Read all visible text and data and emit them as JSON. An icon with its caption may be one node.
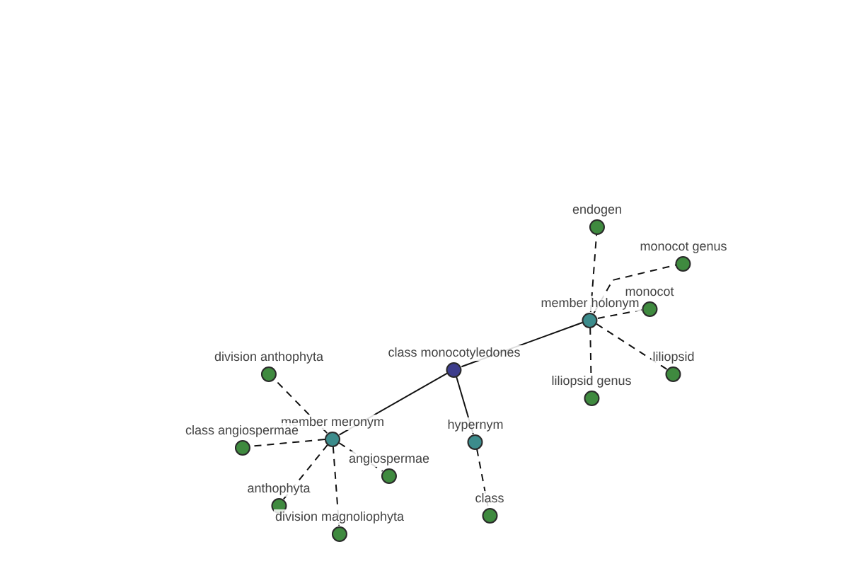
{
  "diagram": {
    "nodes": [
      {
        "text": [
          "class monocotyledones"
        ]
      },
      {
        "text": [
          "member holonym"
        ]
      },
      {
        "text": [
          "member meronym"
        ]
      },
      {
        "text": [
          "hypernym"
        ]
      },
      {
        "text": [
          "endogen"
        ]
      },
      {
        "text": [
          "monocot genus"
        ]
      },
      {
        "text": [
          "monocot"
        ]
      },
      {
        "text": [
          "liliopsid"
        ]
      },
      {
        "text": [
          "liliopsid genus"
        ]
      },
      {
        "text": [
          "division anthophyta"
        ]
      },
      {
        "text": [
          "class angiospermae"
        ]
      },
      {
        "text": [
          "angiospermae"
        ]
      },
      {
        "text": [
          "anthophyta"
        ]
      },
      {
        "text": [
          "division magnoliophyta"
        ]
      },
      {
        "text": [
          "class"
        ]
      }
    ],
    "edges": [
      {
        "from": 0,
        "to": 1,
        "arrow": "none"
      },
      {
        "from": 0,
        "to": 2,
        "arrow": "none"
      },
      {
        "from": 0,
        "to": 3,
        "arrow": "none"
      },
      {
        "from": 1,
        "to": 4,
        "arrow": "none",
        "style": "dashed"
      },
      {
        "from": 1,
        "to": 5,
        "arrow": "none",
        "style": "dashed"
      },
      {
        "from": 1,
        "to": 6,
        "arrow": "none",
        "style": "dashed"
      },
      {
        "from": 1,
        "to": 7,
        "arrow": "none",
        "style": "dashed"
      },
      {
        "from": 1,
        "to": 8,
        "arrow": "none",
        "style": "dashed"
      },
      {
        "from": 2,
        "to": 9,
        "arrow": "none",
        "style": "dashed"
      },
      {
        "from": 2,
        "to": 10,
        "arrow": "none",
        "style": "dashed"
      },
      {
        "from": 2,
        "to": 11,
        "arrow": "none",
        "style": "dashed"
      },
      {
        "from": 2,
        "to": 12,
        "arrow": "none",
        "style": "dashed"
      },
      {
        "from": 2,
        "to": 13,
        "arrow": "none",
        "style": "dashed"
      },
      {
        "from": 3,
        "to": 14,
        "arrow": "none",
        "style": "dashed"
      }
    ]
  }
}
